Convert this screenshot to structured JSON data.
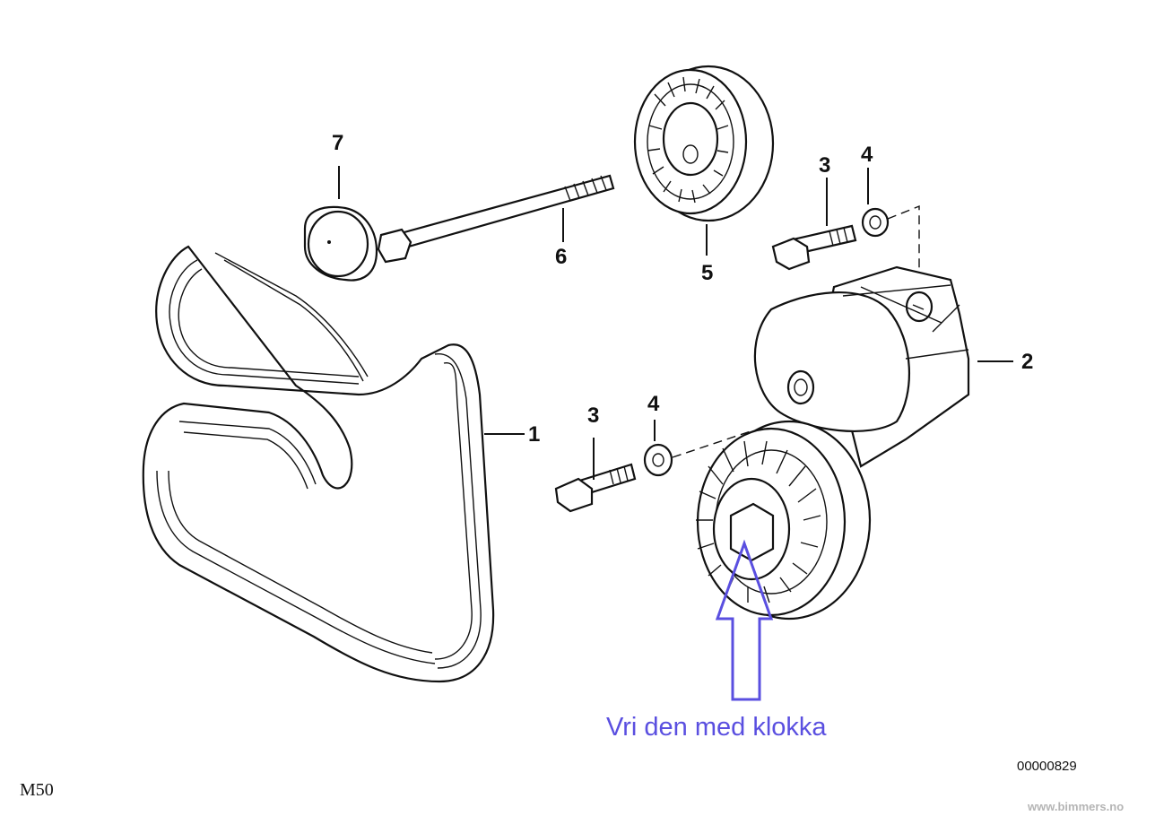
{
  "callouts": [
    {
      "id": "1",
      "label": "1"
    },
    {
      "id": "2",
      "label": "2"
    },
    {
      "id": "3a",
      "label": "3"
    },
    {
      "id": "3b",
      "label": "3"
    },
    {
      "id": "4a",
      "label": "4"
    },
    {
      "id": "4b",
      "label": "4"
    },
    {
      "id": "5",
      "label": "5"
    },
    {
      "id": "6",
      "label": "6"
    },
    {
      "id": "7",
      "label": "7"
    }
  ],
  "annotation": {
    "text": "Vri den med klokka",
    "color": "#5a4fe0"
  },
  "diagram_code": "00000829",
  "model": "M50",
  "watermark": "www.bimmers.no"
}
